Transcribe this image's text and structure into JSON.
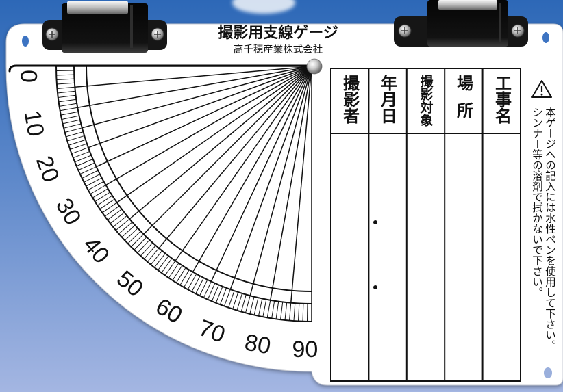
{
  "product": {
    "title": "撮影用支線ゲージ",
    "maker": "高千穂産業株式会社"
  },
  "protractor": {
    "range_degrees": [
      0,
      90
    ],
    "scale_labels": [
      "0",
      "10",
      "20",
      "30",
      "40",
      "50",
      "60",
      "70",
      "80",
      "90"
    ]
  },
  "record_table": {
    "columns": [
      {
        "label": "工事名"
      },
      {
        "label": "場所"
      },
      {
        "label": "撮影対象"
      },
      {
        "label": "年月日"
      },
      {
        "label": "撮影者"
      }
    ]
  },
  "notice": {
    "icon": "warning-triangle-icon",
    "lines": [
      "本ゲージへの記入には水性ペンを使用して下さい。",
      "シンナー等の溶剤で拭かないで下さい。"
    ]
  },
  "colors": {
    "background_top": "#2d68b7",
    "background_middle": "#5d88ca",
    "background_bottom": "#a4b6e2",
    "board": "#ffffff",
    "ink": "#111111",
    "clip": "#0d0d0d"
  }
}
